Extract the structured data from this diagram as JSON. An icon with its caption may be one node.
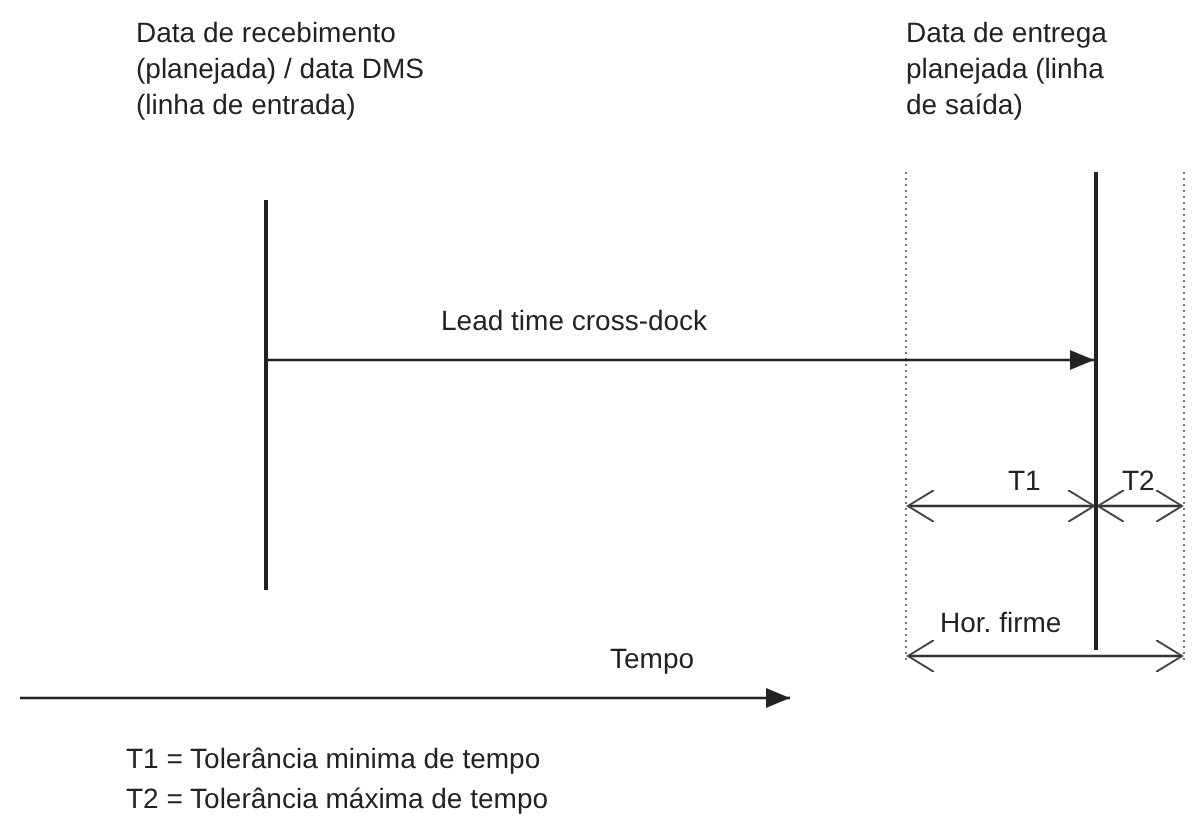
{
  "diagram": {
    "nodes": [
      {
        "text": [],
        "shape": "bar"
      },
      {
        "text": [],
        "shape": "bar"
      }
    ],
    "edges": [
      {
        "from": 0,
        "to": 1,
        "arrow": "to",
        "label": "Lead time cross-dock"
      }
    ],
    "labels": [
      "Data de recebimento (planejada) / data DMS (linha de entrada)",
      "Data de entrega planejada (linha de saída)",
      "T1",
      "T2",
      "Hor. firme",
      "Tempo",
      "T1 = Tolerância minima de tempo",
      "T2 = Tolerância máxima de tempo"
    ]
  }
}
